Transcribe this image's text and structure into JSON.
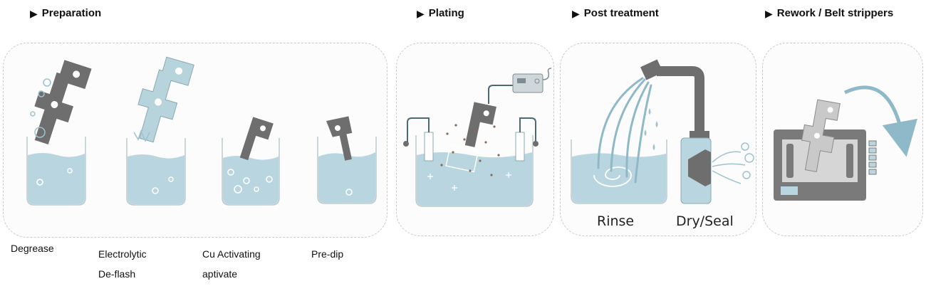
{
  "sections": [
    {
      "title": "Preparation"
    },
    {
      "title": "Plating"
    },
    {
      "title": "Post treatment"
    },
    {
      "title": "Rework / Belt strippers"
    }
  ],
  "prep_steps": [
    {
      "line1": "Degrease",
      "line2": ""
    },
    {
      "line1": "Electrolytic",
      "line2": "De-flash"
    },
    {
      "line1": "Cu Activating",
      "line2": "aptivate"
    },
    {
      "line1": "Pre-dip",
      "line2": ""
    }
  ],
  "post_labels": {
    "rinse": "Rinse",
    "dry": "Dry/Seal"
  },
  "colors": {
    "liquid": "#b9d6e0",
    "metal": "#6e6e6e",
    "light_part": "#b7d3dc",
    "arrow": "#8fb9c8",
    "border": "#c9c9c9"
  },
  "icons": [
    "play-triangle-icon",
    "beaker-icon",
    "lead-frame-part-icon",
    "rectifier-icon",
    "spray-pipe-icon",
    "dryer-fan-icon",
    "stripper-machine-icon",
    "curved-arrow-icon"
  ]
}
